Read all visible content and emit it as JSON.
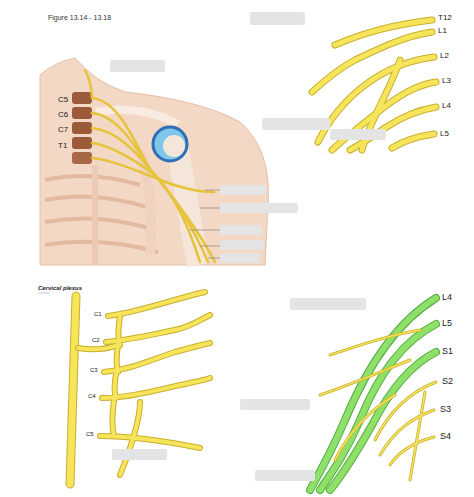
{
  "diagram": {
    "title": "Figure 13.14 - 13.18",
    "labels": [
      "C5",
      "C6",
      "C7",
      "T1",
      "T12",
      "L1",
      "L2",
      "L3",
      "L4",
      "L5",
      "Cervical plexus",
      "C1",
      "C2",
      "C3",
      "C4",
      "C5",
      "L4",
      "L5",
      "S1",
      "S2",
      "S3",
      "S4"
    ]
  }
}
